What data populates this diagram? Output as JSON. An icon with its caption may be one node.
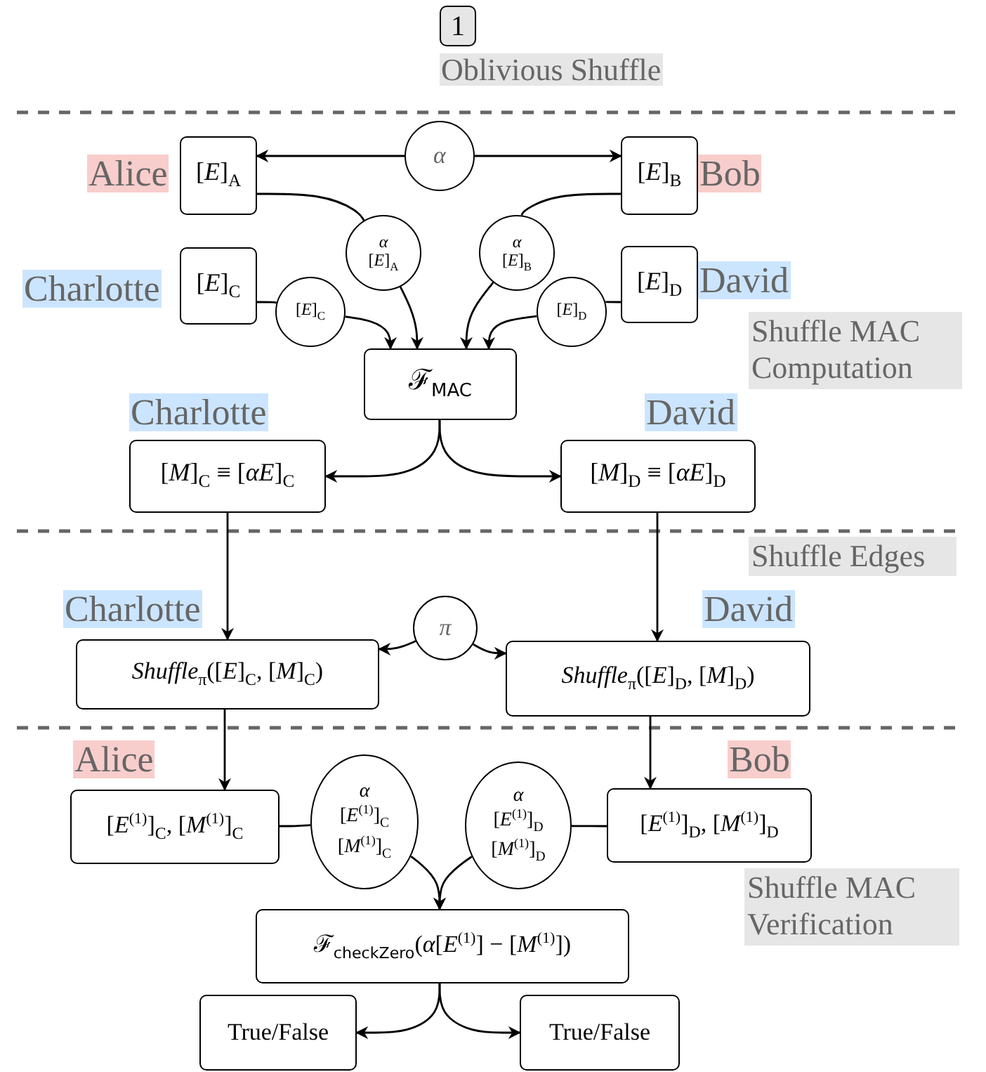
{
  "diagram": {
    "nodes": [
      {
        "text": [
          "1"
        ],
        "beside": [
          "Oblivious Shuffle"
        ]
      },
      {
        "text": [
          "α"
        ]
      },
      {
        "text": [
          "[*E*]$_{A}$"
        ],
        "beside": [
          "Alice"
        ]
      },
      {
        "text": [
          "[*E*]$_{B}$"
        ],
        "beside": [
          "Bob"
        ]
      },
      {
        "text": [
          "α",
          "[*E*]$_{A}$"
        ]
      },
      {
        "text": [
          "α",
          "[*E*]$_{B}$"
        ]
      },
      {
        "text": [
          "[*E*]$_{C}$"
        ],
        "beside": [
          "Charlotte"
        ]
      },
      {
        "text": [
          "[*E*]$_{C}$"
        ]
      },
      {
        "text": [
          "[*E*]$_{D}$"
        ]
      },
      {
        "text": [
          "[*E*]$_{D}$"
        ],
        "beside": [
          "David"
        ]
      },
      {
        "text": [
          "ℱ$_{MAC}$"
        ]
      },
      {
        "text": [
          "[*M*]$_{C}$ ≡ [*αE*]$_{C}$"
        ],
        "beside": [
          "Charlotte"
        ]
      },
      {
        "text": [
          "[*M*]$_{D}$ ≡ [*αE*]$_{D}$"
        ],
        "beside": [
          "David"
        ]
      },
      {
        "text": [
          "π"
        ]
      },
      {
        "text": [
          "*Shuffle*$_{π}$([*E*]$_{C}$, [*M*]$_{C}$)"
        ],
        "beside": [
          "Charlotte"
        ]
      },
      {
        "text": [
          "*Shuffle*$_{π}$([*E*]$_{D}$, [*M*]$_{D}$)"
        ],
        "beside": [
          "David"
        ]
      },
      {
        "text": [
          "[*E*$^{(1)}$]$_{C}$, [*M*$^{(1)}$]$_{C}$"
        ],
        "beside": [
          "Alice"
        ]
      },
      {
        "text": [
          "α",
          "[*E*$^{(1)}$]$_{C}$",
          "[*M*$^{(1)}$]$_{C}$"
        ]
      },
      {
        "text": [
          "α",
          "[*E*$^{(1)}$]$_{D}$",
          "[*M*$^{(1)}$]$_{D}$"
        ]
      },
      {
        "text": [
          "[*E*$^{(1)}$]$_{D}$, [*M*$^{(1)}$]$_{D}$"
        ],
        "beside": [
          "Bob"
        ]
      },
      {
        "text": [
          "ℱ$_{checkZero}$(*α*[*E*$^{(1)}$] − [*M*$^{(1)}$])"
        ]
      },
      {
        "text": [
          "True/False"
        ]
      },
      {
        "text": [
          "True/False"
        ]
      }
    ],
    "edges": [
      {
        "from": 1,
        "to": 2,
        "arrow": "to"
      },
      {
        "from": 1,
        "to": 3,
        "arrow": "to"
      },
      {
        "from": 2,
        "to": 4,
        "arrow": "none"
      },
      {
        "from": 4,
        "to": 10,
        "arrow": "to"
      },
      {
        "from": 3,
        "to": 5,
        "arrow": "none"
      },
      {
        "from": 5,
        "to": 10,
        "arrow": "to"
      },
      {
        "from": 6,
        "to": 7,
        "arrow": "none"
      },
      {
        "from": 7,
        "to": 10,
        "arrow": "to"
      },
      {
        "from": 9,
        "to": 8,
        "arrow": "none"
      },
      {
        "from": 8,
        "to": 10,
        "arrow": "to"
      },
      {
        "from": 10,
        "to": 11,
        "arrow": "to"
      },
      {
        "from": 10,
        "to": 12,
        "arrow": "to"
      },
      {
        "from": 11,
        "to": 14,
        "arrow": "to"
      },
      {
        "from": 12,
        "to": 15,
        "arrow": "to"
      },
      {
        "from": 13,
        "to": 14,
        "arrow": "to"
      },
      {
        "from": 13,
        "to": 15,
        "arrow": "to"
      },
      {
        "from": 14,
        "to": 16,
        "arrow": "to"
      },
      {
        "from": 15,
        "to": 19,
        "arrow": "to"
      },
      {
        "from": 16,
        "to": 17,
        "arrow": "none"
      },
      {
        "from": 17,
        "to": 20,
        "arrow": "to"
      },
      {
        "from": 19,
        "to": 18,
        "arrow": "none"
      },
      {
        "from": 18,
        "to": 20,
        "arrow": "to"
      },
      {
        "from": 20,
        "to": 21,
        "arrow": "to"
      },
      {
        "from": 20,
        "to": 22,
        "arrow": "to"
      }
    ],
    "labels": [
      "Shuffle MAC Computation",
      "Shuffle Edges",
      "Shuffle MAC Verification"
    ]
  }
}
